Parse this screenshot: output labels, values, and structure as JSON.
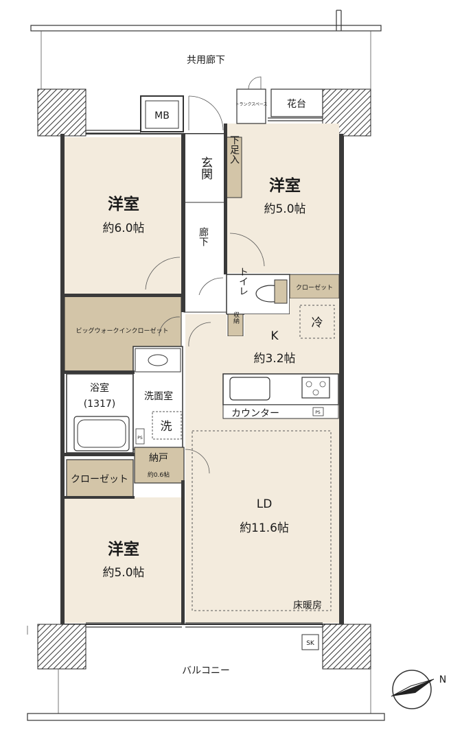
{
  "labels": {
    "corridor": "共用廊下",
    "balcony": "バルコニー",
    "mb": "MB",
    "flower_stand": "花台",
    "trunk_space": "トランクスペース",
    "entrance": "玄関",
    "shoe_box": "下足入",
    "hallway": "廊下",
    "western_room_nw": "洋室",
    "western_room_nw_size": "約6.0帖",
    "western_room_ne": "洋室",
    "western_room_ne_size": "約5.0帖",
    "western_room_sw": "洋室",
    "western_room_sw_size": "約5.0帖",
    "toilet": "トイレ",
    "storage_small": "収納",
    "closet_toilet": "クローゼット",
    "refrigerator": "冷",
    "kitchen": "K",
    "kitchen_size": "約3.2帖",
    "walk_in_closet": "ビッグウォークインクローゼット",
    "bathroom": "浴室",
    "bathroom_size": "(1317)",
    "washroom": "洗面室",
    "washer": "洗",
    "ps": "PS",
    "counter": "カウンター",
    "storeroom": "納戸",
    "storeroom_size": "約0.6帖",
    "closet_sw": "クローゼット",
    "ld": "LD",
    "ld_size": "約11.6帖",
    "floor_heating": "床暖房",
    "sk": "SK",
    "compass_n": "N"
  }
}
